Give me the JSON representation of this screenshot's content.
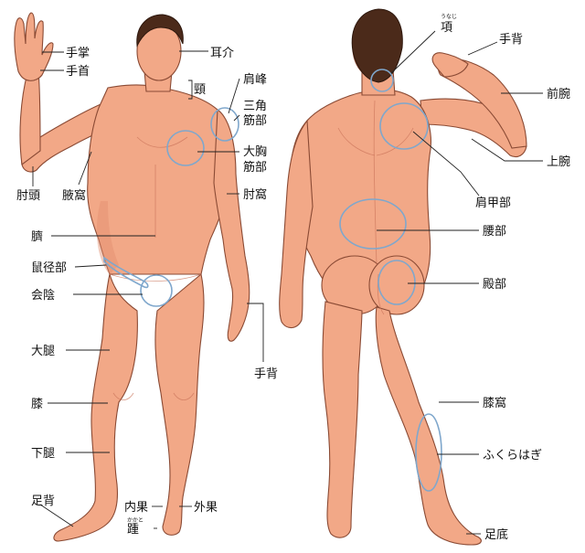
{
  "front_labels": {
    "palm": "手掌",
    "wrist": "手首",
    "auricle": "耳介",
    "neck": "頸",
    "acromion": "肩峰",
    "deltoid_1": "三角",
    "deltoid_2": "筋部",
    "pectoral_1": "大胸",
    "pectoral_2": "筋部",
    "elbow_fossa": "肘窩",
    "elbow_head": "肘頭",
    "axilla": "腋窩",
    "navel": "臍",
    "groin": "鼠径部",
    "perineum": "会陰",
    "thigh": "大腿",
    "hand_back": "手背",
    "knee": "膝",
    "lower_leg": "下腿",
    "foot_back": "足背",
    "inner_ankle": "内果",
    "outer_ankle": "外果",
    "heel": "踵",
    "heel_ruby": "かかと"
  },
  "back_labels": {
    "nape": "項",
    "nape_ruby": "うなじ",
    "hand_back": "手背",
    "forearm": "前腕",
    "upper_arm": "上腕",
    "scapula": "肩甲部",
    "lumbar": "腰部",
    "buttock": "殿部",
    "knee_pit": "膝窩",
    "calf": "ふくらはぎ",
    "sole": "足底"
  }
}
